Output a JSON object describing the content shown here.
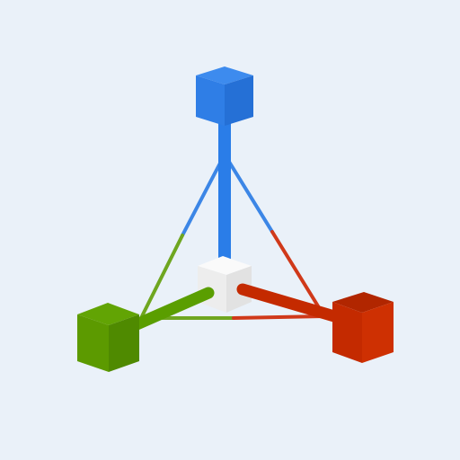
{
  "icon": {
    "name": "scale-transform-gizmo-icon",
    "background": "#EAF1F9",
    "center_color": "#EEEEEE",
    "axes": [
      {
        "name": "y",
        "color": "#2A7DE8",
        "direction": "up"
      },
      {
        "name": "x",
        "color": "#C42A00",
        "direction": "right-down"
      },
      {
        "name": "z",
        "color": "#5A9E00",
        "direction": "left-down"
      }
    ]
  }
}
